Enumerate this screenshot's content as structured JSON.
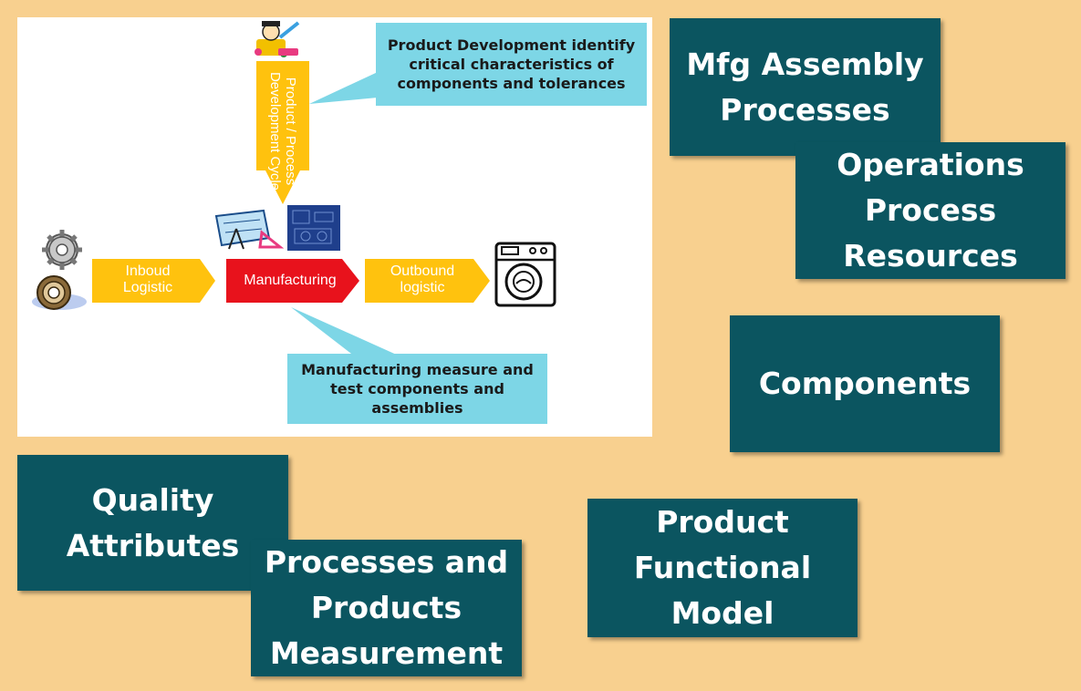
{
  "diagram": {
    "vertical_arrow_label": "Product / Process\nDevelopment Cycle",
    "inbound_label": "Inboud\nLogistic",
    "manufacturing_label": "Manufacturing",
    "outbound_label": "Outbound\nlogistic",
    "callout_top": "Product Development identify critical characteristics of components and tolerances",
    "callout_bottom": "Manufacturing  measure and test components and assemblies",
    "colors": {
      "arrow_yellow": "#ffc20e",
      "manufacturing_red": "#e8121c",
      "callout_cyan": "#7dd6e6",
      "tile_teal": "#0b5560",
      "background": "#f8d08f"
    },
    "icons": [
      "gear-icon",
      "ball-bearing-icon",
      "person-painting-icon",
      "blueprint-drafting-icon",
      "blueprint-sheet-icon",
      "washing-machine-icon"
    ]
  },
  "tiles": {
    "mfg_assembly": "Mfg Assembly\nProcesses",
    "operations": "Operations\nProcess\nResources",
    "components": "Components",
    "quality": "Quality\nAttributes",
    "measurement": "Processes and\nProducts\nMeasurement",
    "functional_model": "Product\nFunctional\nModel"
  }
}
